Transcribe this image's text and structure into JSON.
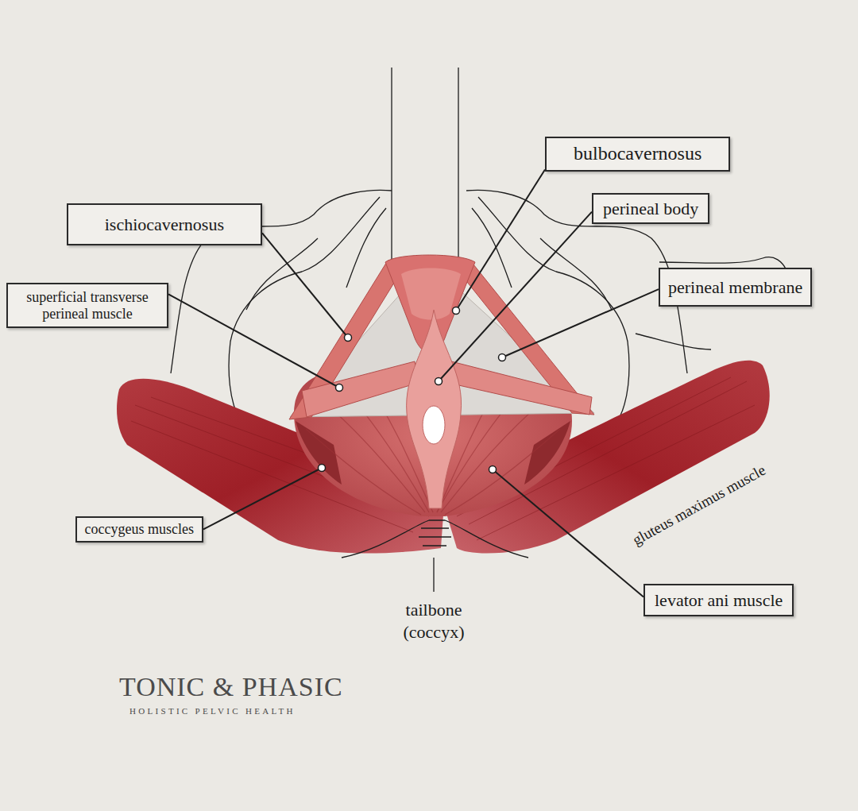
{
  "diagram": {
    "nodes": [
      {
        "text": [
          "bulbocavernosus"
        ]
      },
      {
        "text": [
          "ischiocavernosus"
        ]
      },
      {
        "text": [
          "perineal body"
        ]
      },
      {
        "text": [
          "perineal membrane"
        ]
      },
      {
        "text": [
          "superficial transverse perineal muscle"
        ]
      },
      {
        "text": [
          "coccygeus muscles"
        ]
      },
      {
        "text": [
          "levator ani muscle"
        ]
      }
    ],
    "labels": [
      "tailbone (coccyx)",
      "gluteus maximus muscle",
      "TONIC & PHASIC",
      "HOLISTIC PELVIC HEALTH"
    ]
  }
}
